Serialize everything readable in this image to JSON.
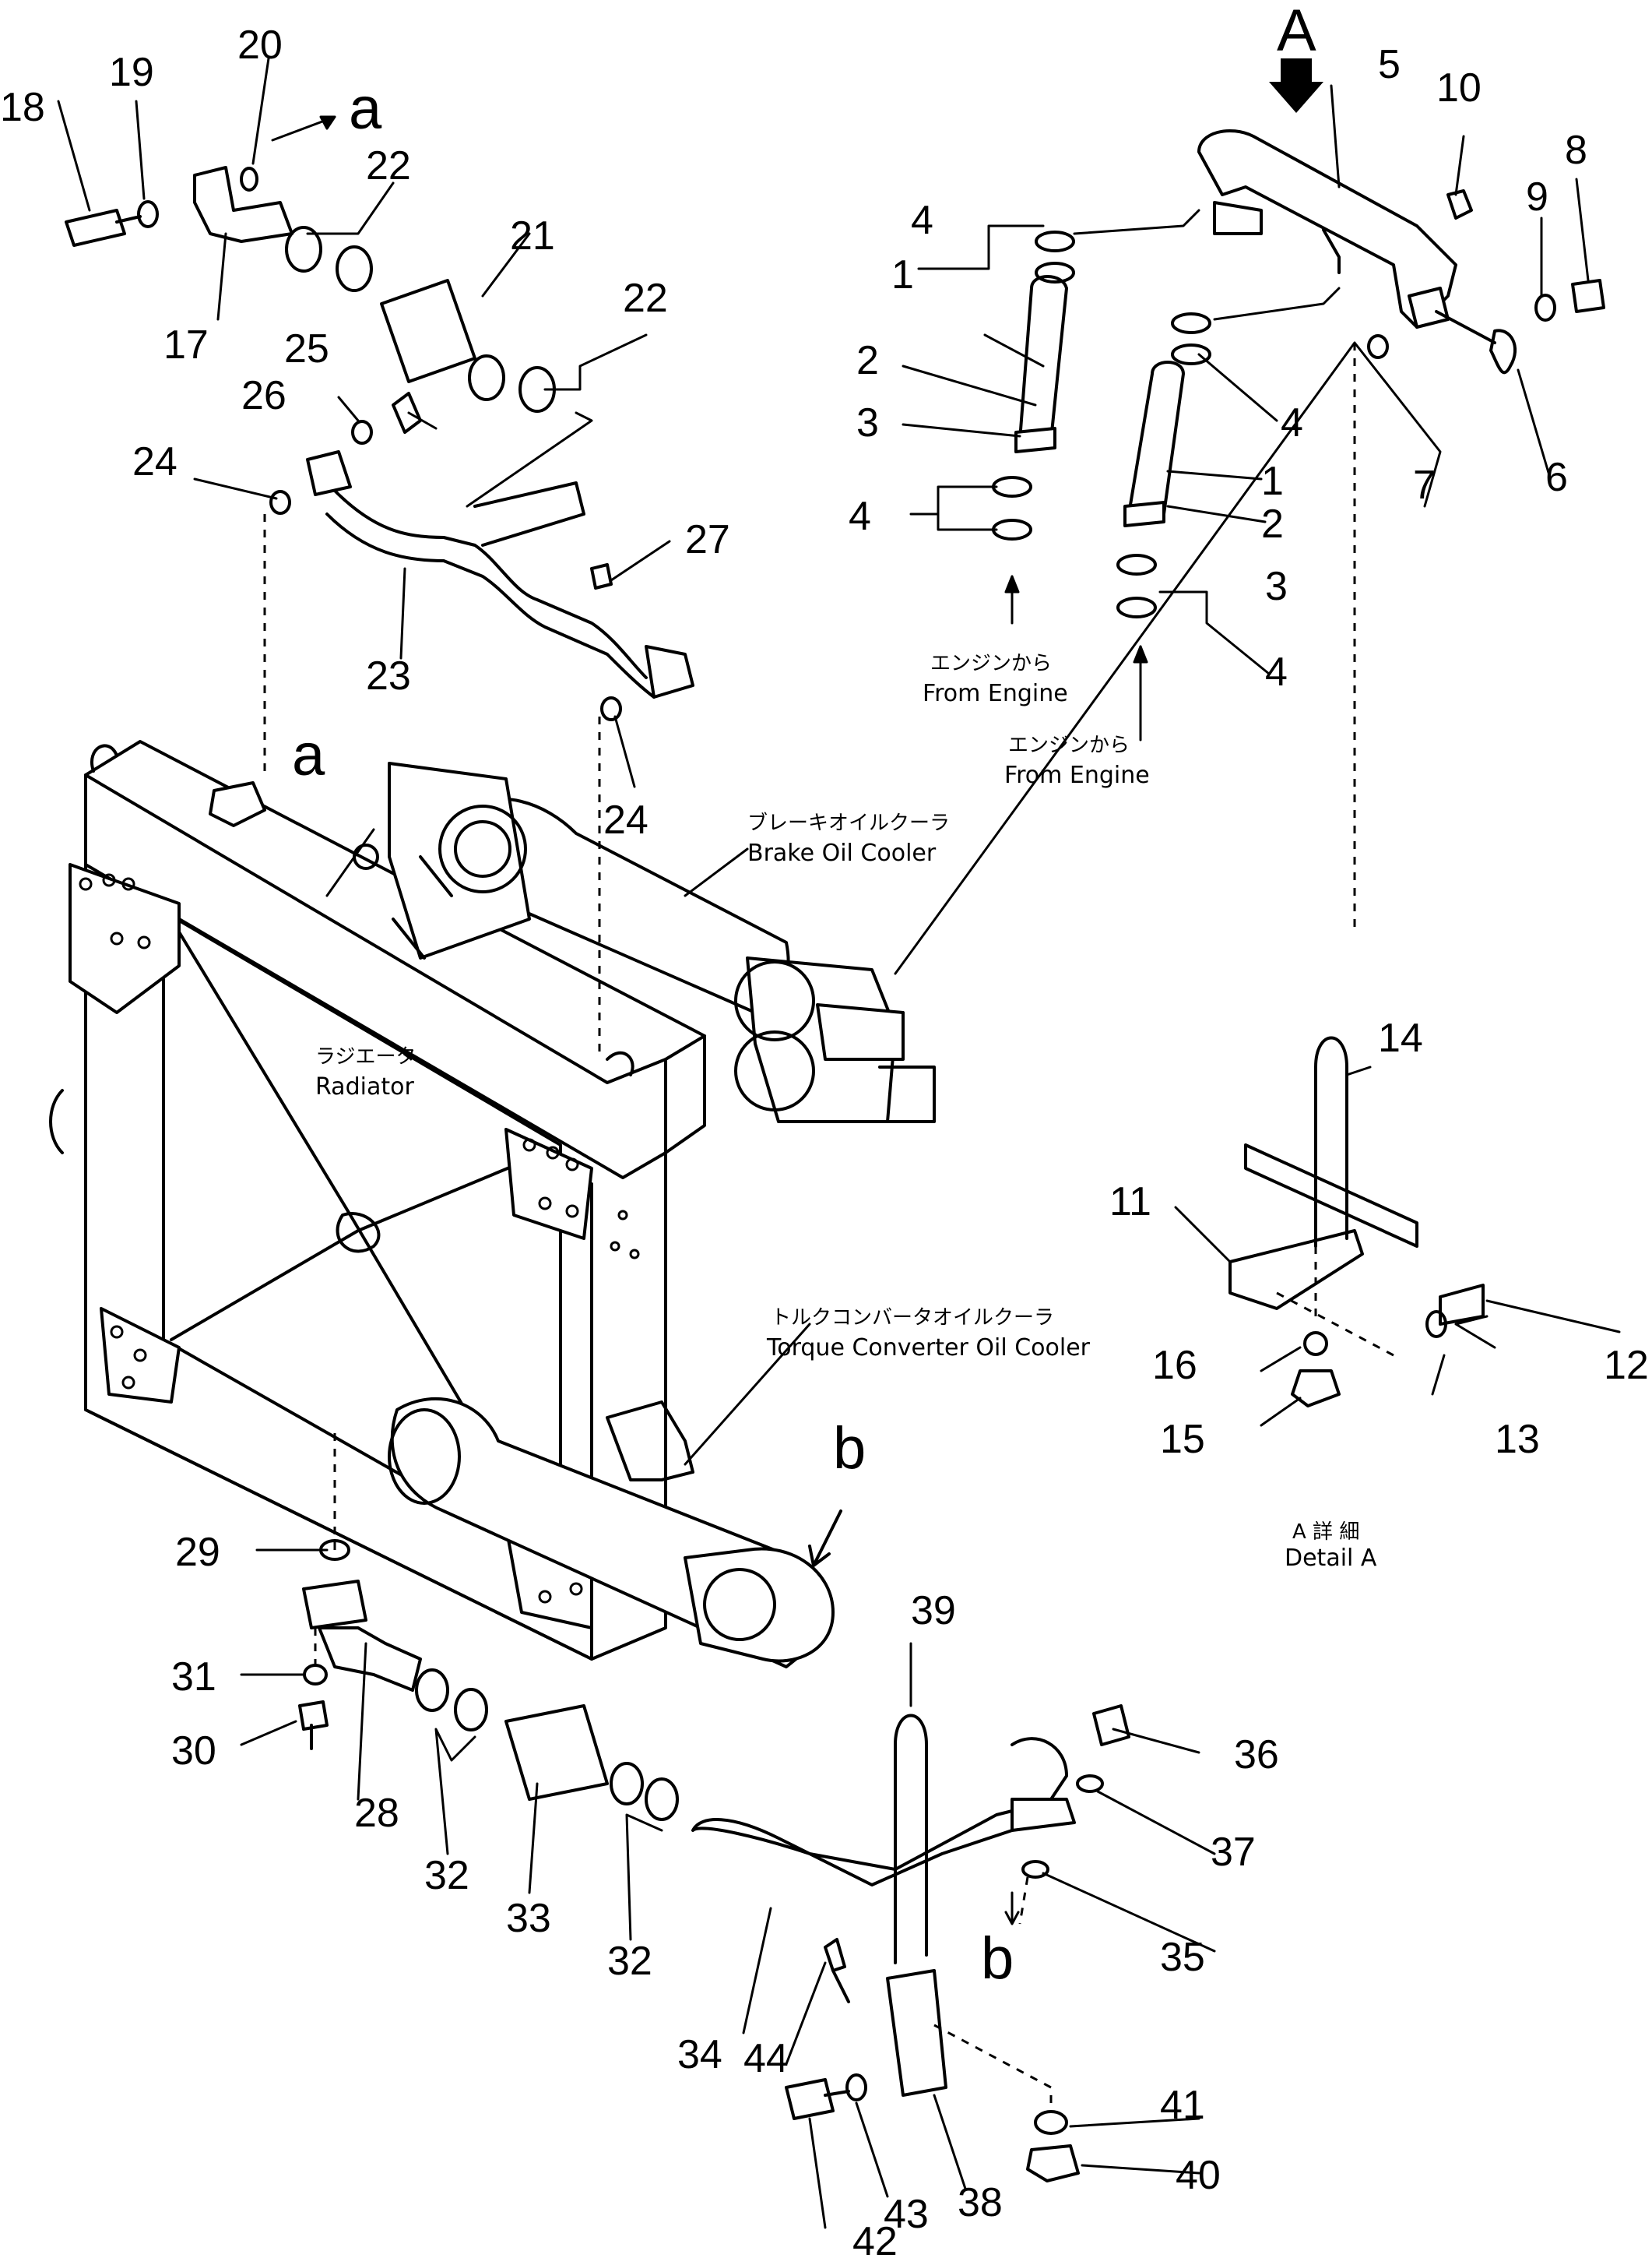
{
  "callouts": [
    "1",
    "2",
    "3",
    "4",
    "5",
    "6",
    "7",
    "8",
    "9",
    "10",
    "11",
    "12",
    "13",
    "14",
    "15",
    "16",
    "17",
    "18",
    "19",
    "20",
    "21",
    "22",
    "23",
    "24",
    "25",
    "26",
    "27",
    "28",
    "29",
    "30",
    "31",
    "32",
    "33",
    "34",
    "35",
    "36",
    "37",
    "38",
    "39",
    "40",
    "41",
    "42",
    "43",
    "44"
  ],
  "markers": {
    "A": "A",
    "a": "a",
    "b": "b"
  },
  "labels": {
    "from_engine_jp": "エンジンから",
    "from_engine_en": "From Engine",
    "brake_cooler_jp": "ブレーキオイルクーラ",
    "brake_cooler_en": "Brake Oil Cooler",
    "radiator_jp": "ラジエータ",
    "radiator_en": "Radiator",
    "torque_cooler_jp": "トルクコンバータオイルクーラ",
    "torque_cooler_en": "Torque Converter Oil Cooler",
    "detail_jp": "A 詳 細",
    "detail_en": "Detail A"
  }
}
